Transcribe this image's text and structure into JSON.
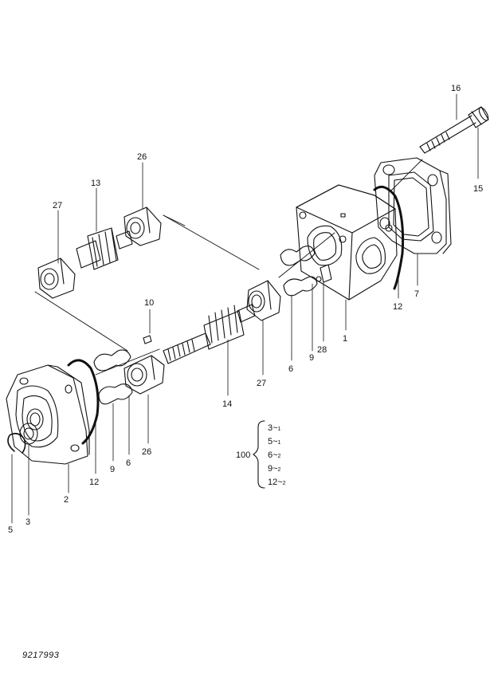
{
  "drawing_number": "9217993",
  "callouts": {
    "c1": "1",
    "c2": "2",
    "c3": "3",
    "c5": "5",
    "c6a": "6",
    "c6b": "6",
    "c7": "7",
    "c9a": "9",
    "c9b": "9",
    "c10": "10",
    "c12a": "12",
    "c12b": "12",
    "c13": "13",
    "c14": "14",
    "c15": "15",
    "c16": "16",
    "c26a": "26",
    "c26b": "26",
    "c27a": "27",
    "c27b": "27",
    "c28": "28"
  },
  "kit": {
    "number": "100",
    "items": [
      {
        "part": "3",
        "qty": "1"
      },
      {
        "part": "5",
        "qty": "1"
      },
      {
        "part": "6",
        "qty": "2"
      },
      {
        "part": "9",
        "qty": "2"
      },
      {
        "part": "12",
        "qty": "2"
      }
    ],
    "separator": "~"
  }
}
